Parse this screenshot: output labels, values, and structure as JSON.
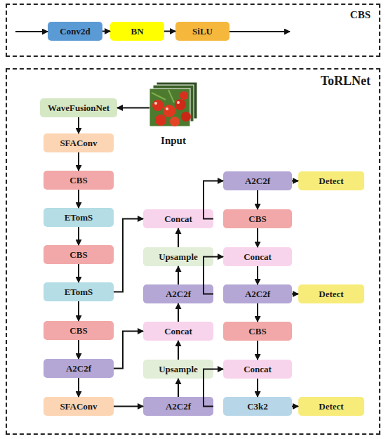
{
  "diagram": {
    "nodes": [
      {
        "text": [
          "CBS"
        ]
      },
      {
        "text": [
          "Conv2d"
        ],
        "in": 0
      },
      {
        "text": [
          "BN"
        ],
        "in": 0
      },
      {
        "text": [
          "SiLU"
        ],
        "in": 0
      },
      {
        "text": [
          "ToRLNet"
        ]
      },
      {
        "text": [
          "Input"
        ],
        "in": 4
      },
      {
        "text": [
          "WaveFusionNet"
        ],
        "in": 4
      },
      {
        "text": [
          "SFAConv"
        ],
        "in": 4
      },
      {
        "text": [
          "CBS"
        ],
        "in": 4
      },
      {
        "text": [
          "ETomS"
        ],
        "in": 4
      },
      {
        "text": [
          "CBS"
        ],
        "in": 4
      },
      {
        "text": [
          "ETomS"
        ],
        "in": 4
      },
      {
        "text": [
          "CBS"
        ],
        "in": 4
      },
      {
        "text": [
          "A2C2f"
        ],
        "in": 4
      },
      {
        "text": [
          "SFAConv"
        ],
        "in": 4
      },
      {
        "text": [
          "Concat"
        ],
        "in": 4
      },
      {
        "text": [
          "Upsample"
        ],
        "in": 4
      },
      {
        "text": [
          "A2C2f"
        ],
        "in": 4
      },
      {
        "text": [
          "Concat"
        ],
        "in": 4
      },
      {
        "text": [
          "Upsample"
        ],
        "in": 4
      },
      {
        "text": [
          "A2C2f"
        ],
        "in": 4
      },
      {
        "text": [
          "A2C2f"
        ],
        "in": 4
      },
      {
        "text": [
          "CBS"
        ],
        "in": 4
      },
      {
        "text": [
          "Concat"
        ],
        "in": 4
      },
      {
        "text": [
          "A2C2f"
        ],
        "in": 4
      },
      {
        "text": [
          "CBS"
        ],
        "in": 4
      },
      {
        "text": [
          "Concat"
        ],
        "in": 4
      },
      {
        "text": [
          "C3k2"
        ],
        "in": 4
      },
      {
        "text": [
          "Detect"
        ],
        "in": 4
      },
      {
        "text": [
          "Detect"
        ],
        "in": 4
      },
      {
        "text": [
          "Detect"
        ],
        "in": 4
      }
    ],
    "edges": [
      {
        "from": 1,
        "to": 2,
        "arrow": "to"
      },
      {
        "from": 2,
        "to": 3,
        "arrow": "to"
      },
      {
        "from": 5,
        "to": 6,
        "arrow": "to"
      },
      {
        "from": 6,
        "to": 7,
        "arrow": "to"
      },
      {
        "from": 7,
        "to": 8,
        "arrow": "to"
      },
      {
        "from": 8,
        "to": 9,
        "arrow": "to"
      },
      {
        "from": 9,
        "to": 10,
        "arrow": "to"
      },
      {
        "from": 10,
        "to": 11,
        "arrow": "to"
      },
      {
        "from": 11,
        "to": 12,
        "arrow": "to"
      },
      {
        "from": 12,
        "to": 13,
        "arrow": "to"
      },
      {
        "from": 13,
        "to": 14,
        "arrow": "to"
      },
      {
        "from": 14,
        "to": 20,
        "arrow": "to"
      },
      {
        "from": 20,
        "to": 19,
        "arrow": "to"
      },
      {
        "from": 19,
        "to": 18,
        "arrow": "to"
      },
      {
        "from": 18,
        "to": 17,
        "arrow": "to"
      },
      {
        "from": 17,
        "to": 16,
        "arrow": "to"
      },
      {
        "from": 16,
        "to": 15,
        "arrow": "to"
      },
      {
        "from": 13,
        "to": 18,
        "arrow": "to"
      },
      {
        "from": 11,
        "to": 15,
        "arrow": "to"
      },
      {
        "from": 15,
        "to": 21,
        "arrow": "to"
      },
      {
        "from": 21,
        "to": 28,
        "arrow": "to"
      },
      {
        "from": 21,
        "to": 22,
        "arrow": "to"
      },
      {
        "from": 22,
        "to": 23,
        "arrow": "to"
      },
      {
        "from": 17,
        "to": 23,
        "arrow": "to"
      },
      {
        "from": 23,
        "to": 24,
        "arrow": "to"
      },
      {
        "from": 24,
        "to": 29,
        "arrow": "to"
      },
      {
        "from": 24,
        "to": 25,
        "arrow": "to"
      },
      {
        "from": 25,
        "to": 26,
        "arrow": "to"
      },
      {
        "from": 20,
        "to": 26,
        "arrow": "to"
      },
      {
        "from": 26,
        "to": 27,
        "arrow": "to"
      },
      {
        "from": 27,
        "to": 30,
        "arrow": "to"
      }
    ]
  }
}
